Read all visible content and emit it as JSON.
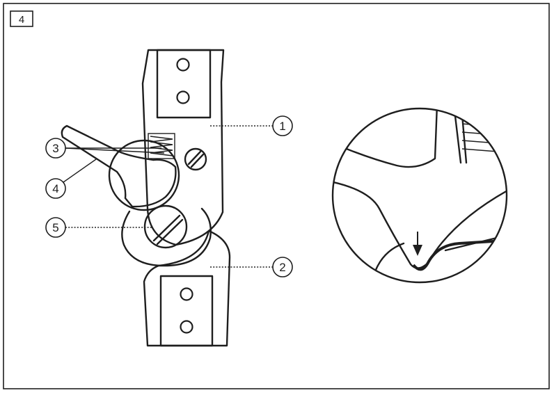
{
  "step_number": "4",
  "callouts": [
    {
      "id": "1",
      "label": "1"
    },
    {
      "id": "2",
      "label": "2"
    },
    {
      "id": "3",
      "label": "3"
    },
    {
      "id": "4",
      "label": "4"
    },
    {
      "id": "5",
      "label": "5"
    }
  ],
  "colors": {
    "ink": "#1e1e1e",
    "background": "#ffffff"
  },
  "icons": {
    "detail_arrow": "arrow-down-icon"
  }
}
